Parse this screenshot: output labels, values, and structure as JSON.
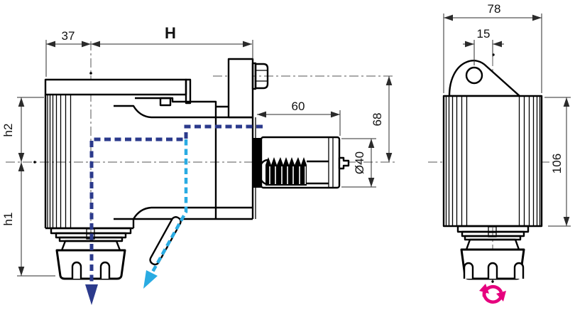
{
  "drawing": {
    "type": "technical-drawing",
    "views": {
      "front": {
        "label": "front view"
      },
      "side": {
        "label": "side view"
      }
    },
    "dimensions": {
      "d37": "37",
      "H": "H",
      "h2": "h2",
      "h1": "h1",
      "d60": "60",
      "d68": "68",
      "dia40": "Ø40",
      "d78": "78",
      "d15": "15",
      "d106": "106"
    },
    "colors": {
      "outline": "#000000",
      "centerline": "#555555",
      "dimension": "#2b2b2b",
      "internal_coolant_arrow": "#2b3a8c",
      "external_coolant_arrow": "#29abe2",
      "rotation_symbol": "#e6007e",
      "background": "#ffffff"
    },
    "symbols": {
      "internal_coolant_arrow": "dashed-down-arrow-icon",
      "external_coolant_arrow": "dashed-angled-arrow-icon",
      "rotation_arrow": "clockwise-rotation-icon"
    }
  }
}
